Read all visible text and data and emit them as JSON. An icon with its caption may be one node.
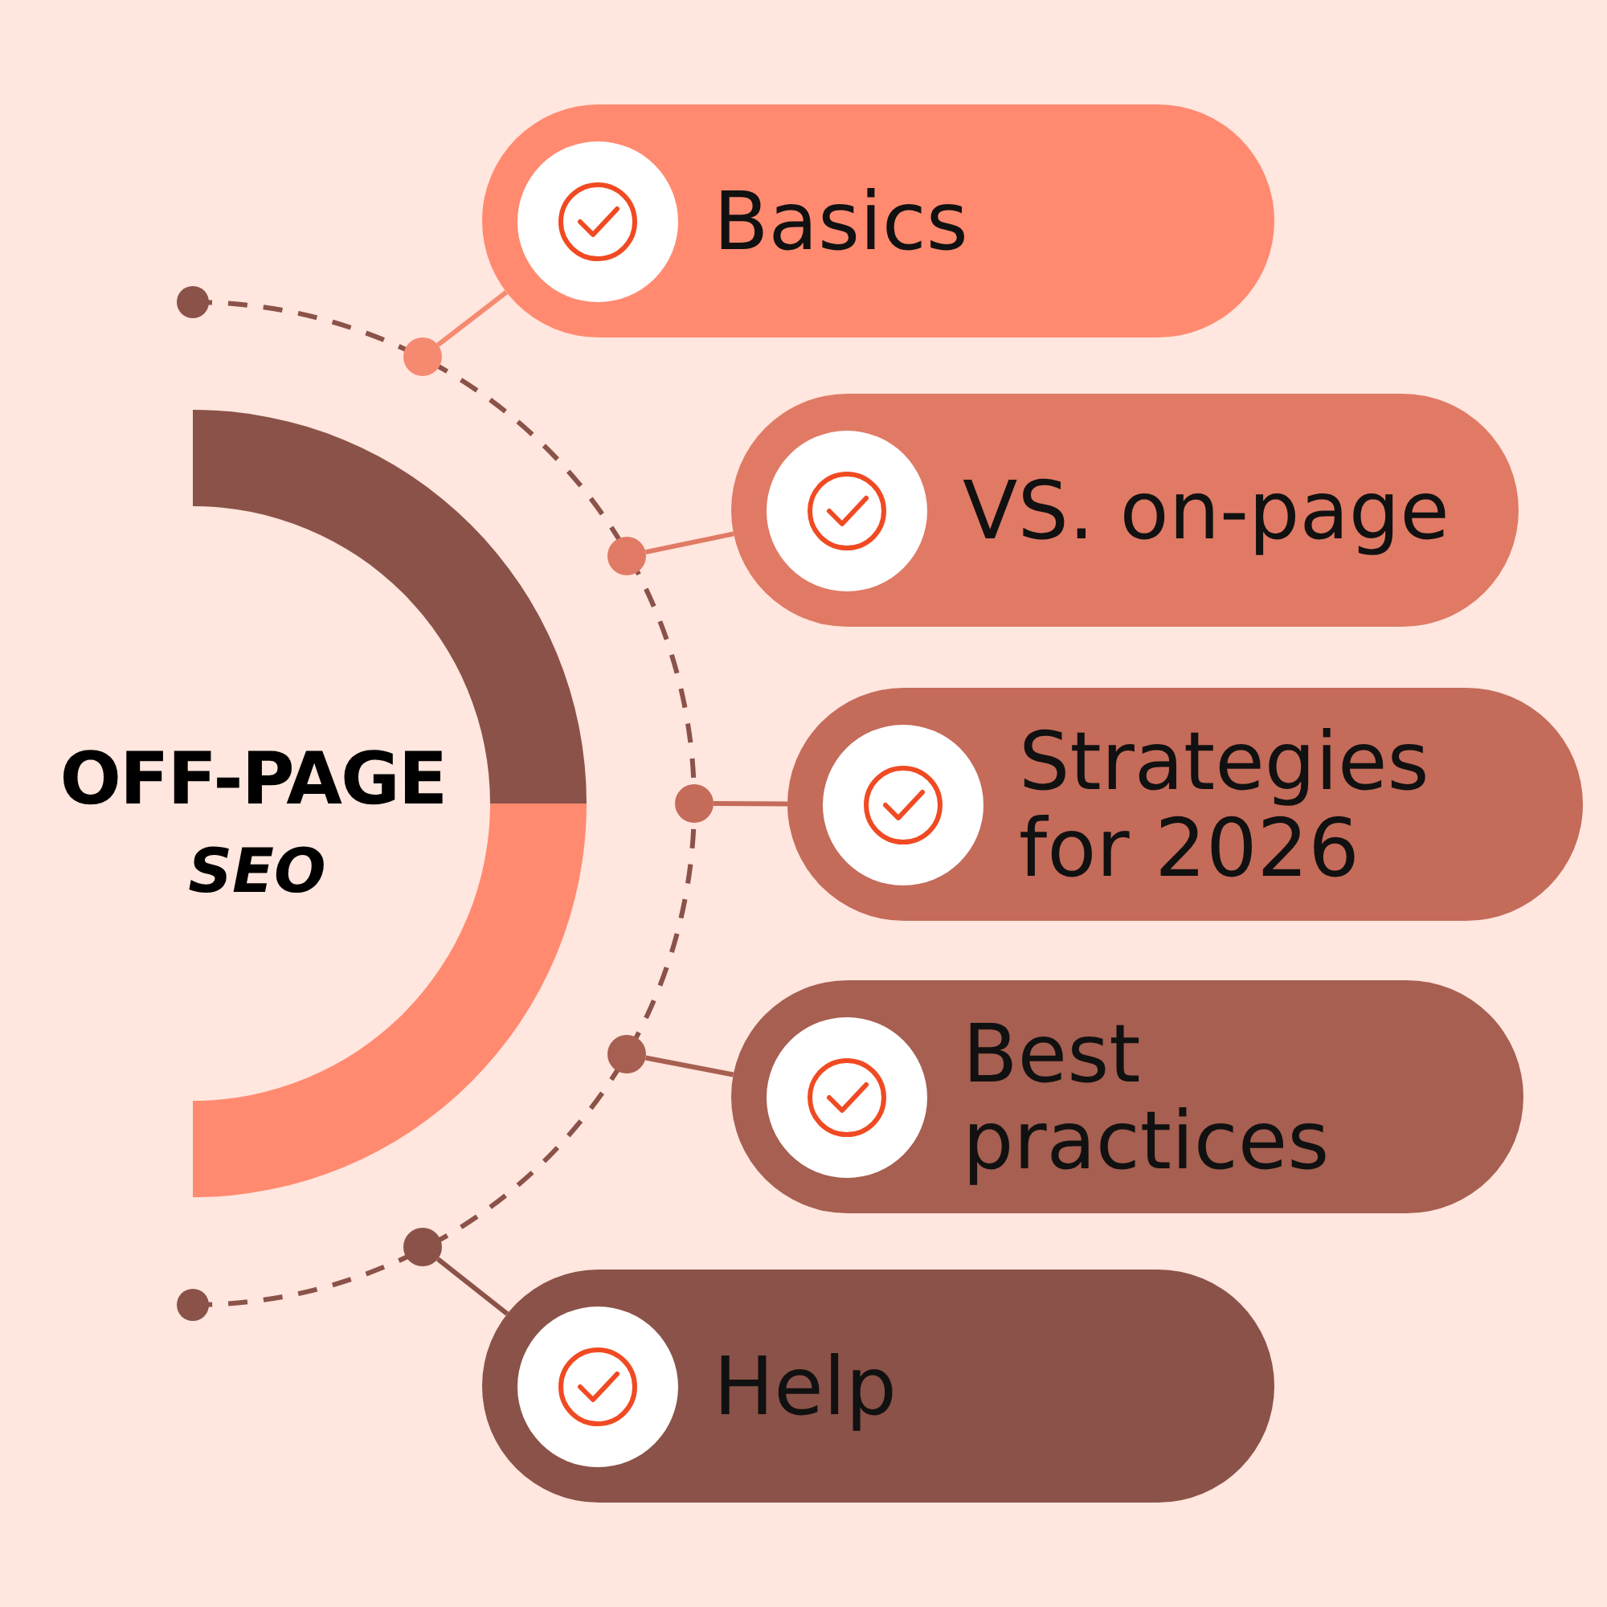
{
  "diagram": {
    "title": "OFF-PAGE",
    "nodes": [
      {
        "text": [
          "Basics"
        ]
      },
      {
        "text": [
          "VS. on-page"
        ]
      },
      {
        "text": [
          "Strategies for 2026"
        ]
      },
      {
        "text": [
          "Best practices"
        ]
      },
      {
        "text": [
          "Help"
        ]
      },
      {
        "text": [],
        "shape": "circle"
      },
      {
        "text": [],
        "shape": "circle"
      },
      {
        "text": [],
        "shape": "circle"
      },
      {
        "text": [],
        "shape": "circle"
      },
      {
        "text": [],
        "shape": "circle"
      }
    ],
    "edges": [
      {
        "from": 5,
        "to": 0,
        "arrow": "none",
        "color": "#f58a70"
      },
      {
        "from": 6,
        "to": 1,
        "arrow": "none",
        "color": "#e07a65"
      },
      {
        "from": 7,
        "to": 2,
        "arrow": "none",
        "color": "#c46b5a"
      },
      {
        "from": 8,
        "to": 3,
        "arrow": "none",
        "color": "#a65f50"
      },
      {
        "from": 9,
        "to": 4,
        "arrow": "none",
        "color": "#8a5248"
      }
    ],
    "labels": [
      "SEO"
    ]
  }
}
